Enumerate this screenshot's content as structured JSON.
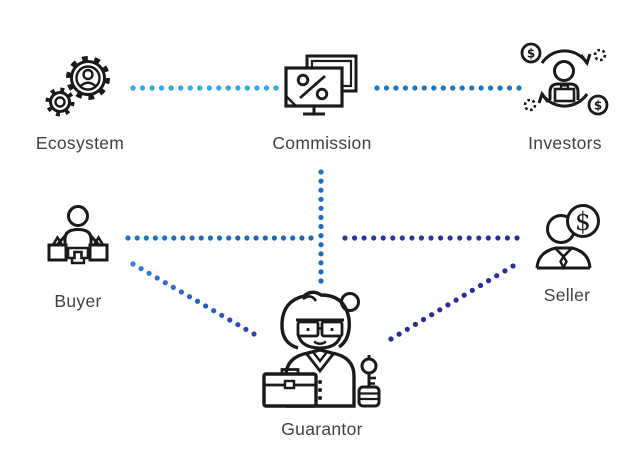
{
  "diagram": {
    "title": "marketplace-roles-diagram",
    "nodes": [
      {
        "id": "ecosystem",
        "label": "Ecosystem",
        "icon": "gears-user-icon"
      },
      {
        "id": "commission",
        "label": "Commission",
        "icon": "screen-percent-icon"
      },
      {
        "id": "investors",
        "label": "Investors",
        "icon": "user-cycle-dollar-icon"
      },
      {
        "id": "buyer",
        "label": "Buyer",
        "icon": "shopper-bags-icon"
      },
      {
        "id": "seller",
        "label": "Seller",
        "icon": "businessman-dollar-icon"
      },
      {
        "id": "guarantor",
        "label": "Guarantor",
        "icon": "woman-key-chest-icon"
      }
    ],
    "connections": [
      {
        "from": "ecosystem",
        "to": "commission",
        "style": "dotted",
        "color_from": "#29abe2",
        "color_to": "#29abe2"
      },
      {
        "from": "commission",
        "to": "investors",
        "style": "dotted",
        "color_from": "#1b75bc",
        "color_to": "#1b75bc"
      },
      {
        "from": "commission",
        "to": "hub",
        "style": "dotted",
        "color_from": "#2173bd",
        "color_to": "#2367b7"
      },
      {
        "from": "buyer",
        "to": "hub",
        "style": "dotted",
        "color_from": "#1c76bd",
        "color_to": "#1d64b2"
      },
      {
        "from": "hub",
        "to": "seller",
        "style": "dotted",
        "color_from": "#27379c",
        "color_to": "#2b3092"
      },
      {
        "from": "buyer",
        "to": "guarantor",
        "style": "dotted",
        "color_from": "#2e7fd8",
        "color_to": "#2545b4"
      },
      {
        "from": "guarantor",
        "to": "seller",
        "style": "dotted",
        "color_from": "#272e96",
        "color_to": "#272e96"
      }
    ],
    "palette": {
      "line_cyan": "#29abe2",
      "line_blue": "#1b75bc",
      "line_navy": "#2b3092",
      "icon_stroke": "#1a1a1a",
      "label_text": "#414042",
      "background": "#ffffff"
    }
  }
}
